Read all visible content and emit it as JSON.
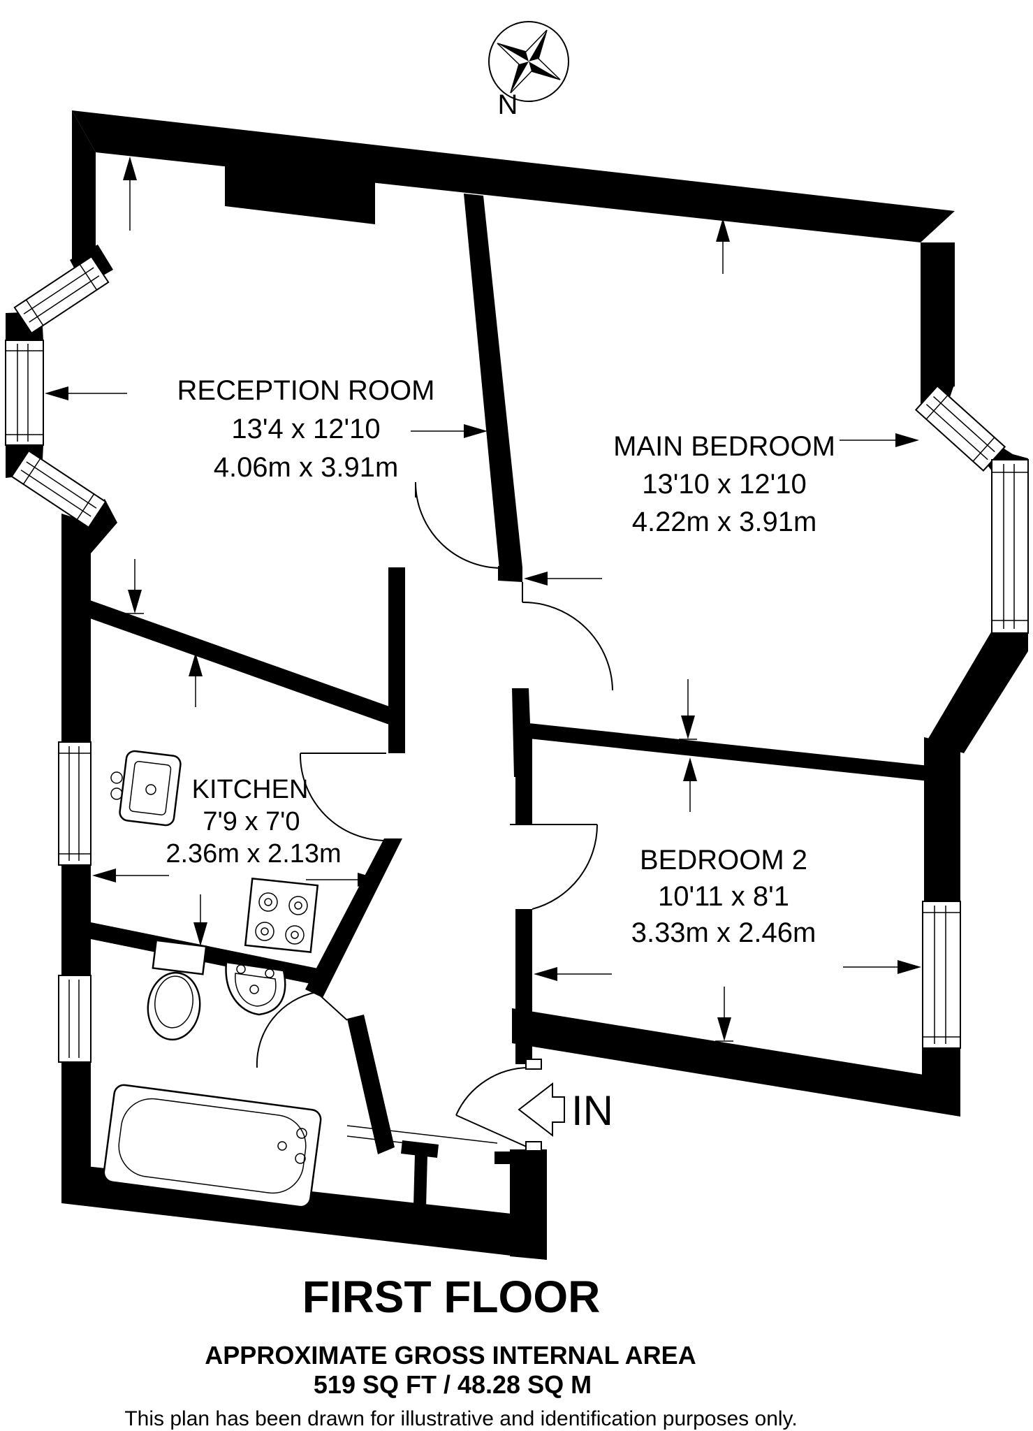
{
  "compass": {
    "label": "N"
  },
  "rooms": [
    {
      "id": "reception",
      "name": "RECEPTION ROOM",
      "dims_ft": "13'4 x 12'10",
      "dims_m": "4.06m x 3.91m"
    },
    {
      "id": "main-bedroom",
      "name": "MAIN BEDROOM",
      "dims_ft": "13'10 x 12'10",
      "dims_m": "4.22m x 3.91m"
    },
    {
      "id": "kitchen",
      "name": "KITCHEN",
      "dims_ft": "7'9 x 7'0",
      "dims_m": "2.36m x 2.13m"
    },
    {
      "id": "bedroom-2",
      "name": "BEDROOM 2",
      "dims_ft": "10'11 x 8'1",
      "dims_m": "3.33m x 2.46m"
    }
  ],
  "entrance": {
    "label": "IN"
  },
  "footer": {
    "floor_title": "FIRST FLOOR",
    "area_heading": "APPROXIMATE GROSS INTERNAL AREA",
    "area_value": "519 SQ FT / 48.28 SQ M",
    "disclaimer": "This plan has been drawn for illustrative and identification purposes only."
  },
  "colors": {
    "wall": "#000000",
    "background": "#ffffff"
  }
}
